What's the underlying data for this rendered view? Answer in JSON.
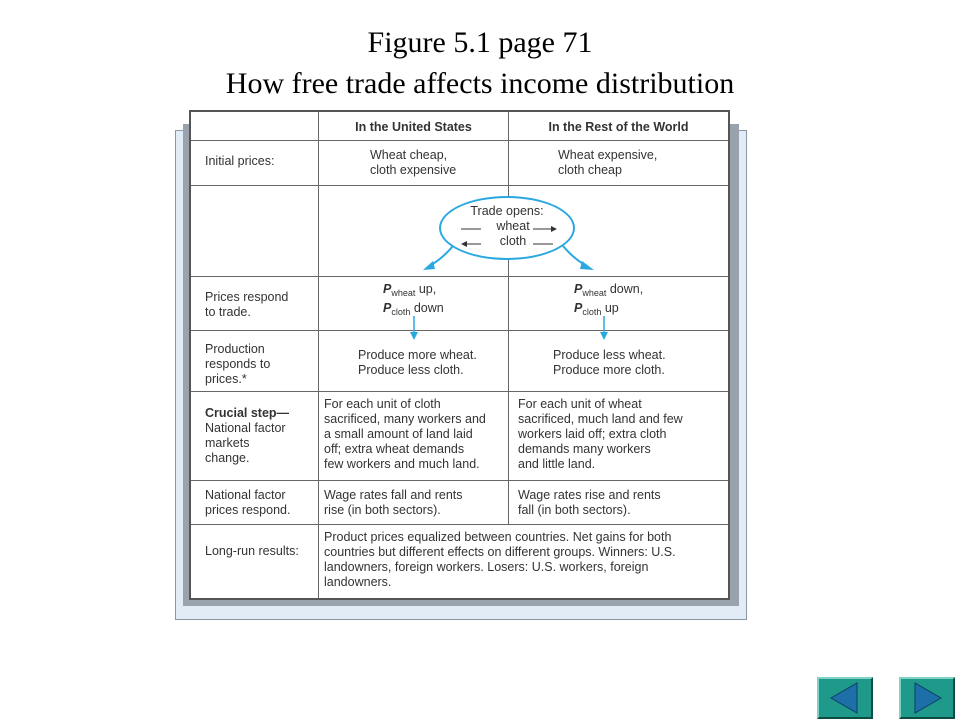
{
  "slide": {
    "title_line1": "Figure 5.1 page 71",
    "title_line2": "How free trade affects income distribution"
  },
  "table": {
    "headers": [
      "In the United States",
      "In the Rest of the World"
    ],
    "rows": {
      "initial": {
        "label": "Initial prices:",
        "us": [
          "Wheat cheap,",
          "cloth expensive"
        ],
        "row": [
          "Wheat expensive,",
          "cloth cheap"
        ]
      },
      "trade_opens": {
        "line1": "Trade opens:",
        "line2": "wheat",
        "line3": "cloth"
      },
      "prices_respond": {
        "label": [
          "Prices respond",
          "to trade."
        ],
        "us": {
          "wheat_dir": "up,",
          "cloth_dir": "down"
        },
        "row": {
          "wheat_dir": "down,",
          "cloth_dir": "up"
        },
        "p": "P",
        "sub_wheat": "wheat",
        "sub_cloth": "cloth"
      },
      "production": {
        "label": [
          "Production",
          "responds to",
          "prices.*"
        ],
        "us": [
          "Produce more wheat.",
          "Produce less cloth."
        ],
        "row": [
          "Produce less wheat.",
          "Produce more cloth."
        ]
      },
      "crucial": {
        "label": [
          "Crucial step—",
          "National factor",
          "markets",
          "change."
        ],
        "us": [
          "For each unit of cloth",
          "sacrificed, many workers and",
          "a small amount of land laid",
          "off; extra wheat demands",
          "few workers and much land."
        ],
        "row": [
          "For each unit of wheat",
          "sacrificed, much land and few",
          "workers laid off; extra cloth",
          "demands many workers",
          "and little land."
        ]
      },
      "factor_prices": {
        "label": [
          "National factor",
          "prices respond."
        ],
        "us": [
          "Wage rates fall and rents",
          "rise (in both sectors)."
        ],
        "row": [
          "Wage rates rise and rents",
          "fall (in both sectors)."
        ]
      },
      "long_run": {
        "label": "Long-run results:",
        "text": [
          "Product prices equalized between countries. Net gains for both",
          "countries but different effects on different groups. Winners: U.S.",
          "landowners, foreign workers. Losers: U.S. workers, foreign",
          "landowners."
        ]
      }
    }
  },
  "nav": {
    "prev_icon": "triangle-left-icon",
    "next_icon": "triangle-right-icon",
    "button_color": "#1f9a8a",
    "arrow_color": "#1d6fa8"
  }
}
